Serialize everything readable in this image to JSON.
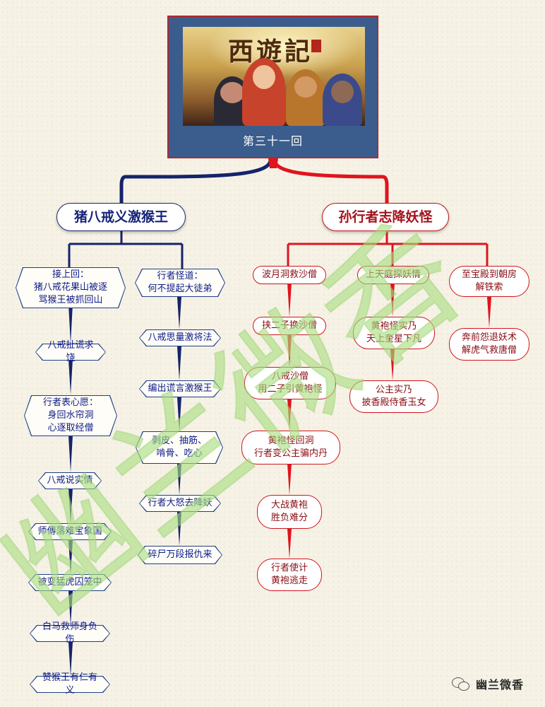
{
  "header": {
    "title": "第三十一回",
    "poster_title": "西遊記"
  },
  "branches": {
    "left": "猪八戒义激猴王",
    "right": "孙行者志降妖怪"
  },
  "left_col1": [
    "接上回：\n猪八戒花果山被逐\n骂猴王被抓回山",
    "八戒扯谎求饶",
    "行者表心愿：\n身回水帘洞\n心逐取经僧",
    "八戒说实情",
    "师傅落难宝象国",
    "被变猛虎囚笼中",
    "白马救师身负伤",
    "赞猴王有仁有义"
  ],
  "left_col2": [
    "行者怪道：\n何不提起大徒弟",
    "八戒思量激将法",
    "编出谎言激猴王",
    "剥皮、抽筋、\n啃骨、吃心",
    "行者大怒去降妖",
    "碎尸万段报仇来"
  ],
  "right_col1": [
    "波月洞救沙僧",
    "挟二子换沙僧",
    "八戒沙僧\n用二子引黄袍怪",
    "黄袍怪回洞\n行者变公主骗内丹",
    "大战黄袍\n胜负难分",
    "行者使计\n黄袍逃走"
  ],
  "right_col2": [
    "上天庭探妖情",
    "黄袍怪实乃\n天上奎星下凡",
    "公主实乃\n披香殿侍香玉女"
  ],
  "right_col3": [
    "至宝殿到朝房\n解铁索",
    "奔前怨退妖术\n解虎气救唐僧"
  ],
  "watermark": "幽兰微香",
  "brand": {
    "name": "幽兰微香"
  },
  "colors": {
    "blue": "#16237a",
    "red": "#c0141b",
    "header_bg": "#3b5d8d",
    "watermark": "#a8dd80"
  }
}
